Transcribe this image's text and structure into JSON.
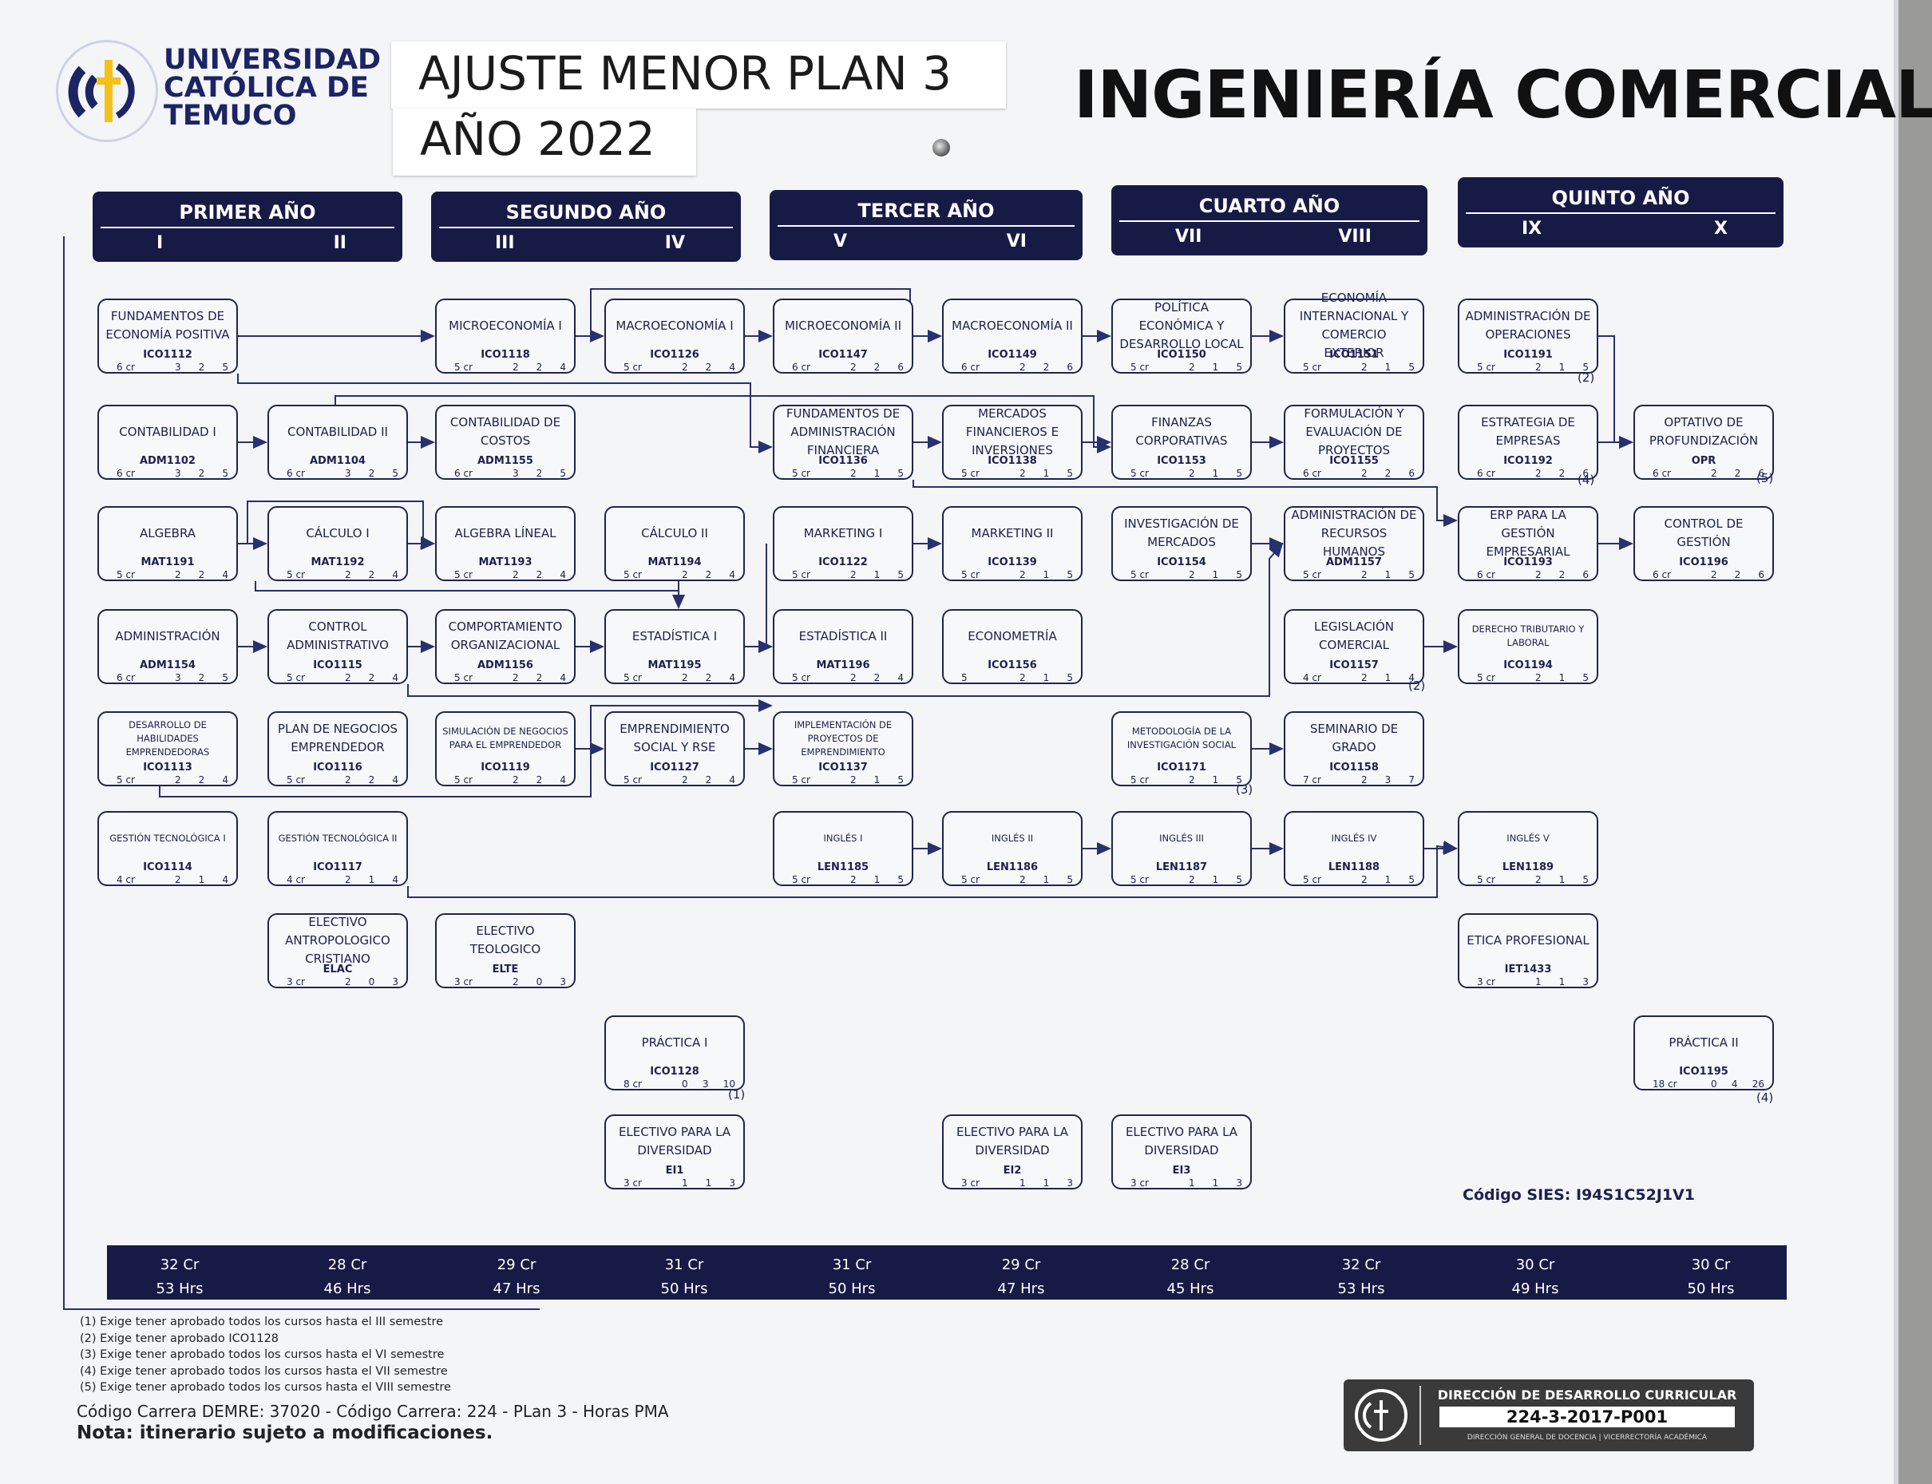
{
  "university": {
    "name": "UNIVERSIDAD\nCATÓLICA DE\nTEMUCO"
  },
  "sticky": {
    "line1": "AJUSTE MENOR PLAN 3",
    "line2": "AÑO 2022"
  },
  "title": "INGENIERÍA COMERCIAL",
  "years": [
    {
      "label": "PRIMER AÑO",
      "s1": "I",
      "s2": "II"
    },
    {
      "label": "SEGUNDO AÑO",
      "s1": "III",
      "s2": "IV"
    },
    {
      "label": "TERCER AÑO",
      "s1": "V",
      "s2": "VI"
    },
    {
      "label": "CUARTO AÑO",
      "s1": "VII",
      "s2": "VIII"
    },
    {
      "label": "QUINTO AÑO",
      "s1": "IX",
      "s2": "X"
    }
  ],
  "courses": [
    {
      "name": "FUNDAMENTOS DE ECONOMÍA POSITIVA",
      "code": "ICO1112",
      "cr": "6 cr",
      "n": [
        "3",
        "2",
        "5"
      ]
    },
    {
      "name": "CONTABILIDAD I",
      "code": "ADM1102",
      "cr": "6 cr",
      "n": [
        "3",
        "2",
        "5"
      ]
    },
    {
      "name": "ALGEBRA",
      "code": "MAT1191",
      "cr": "5 cr",
      "n": [
        "2",
        "2",
        "4"
      ]
    },
    {
      "name": "ADMINISTRACIÓN",
      "code": "ADM1154",
      "cr": "6 cr",
      "n": [
        "3",
        "2",
        "5"
      ]
    },
    {
      "name": "DESARROLLO DE HABILIDADES EMPRENDEDORAS",
      "code": "ICO1113",
      "cr": "5 cr",
      "n": [
        "2",
        "2",
        "4"
      ]
    },
    {
      "name": "GESTIÓN TECNOLÓGICA I",
      "code": "ICO1114",
      "cr": "4 cr",
      "n": [
        "2",
        "1",
        "4"
      ]
    },
    {
      "name": "CONTABILIDAD II",
      "code": "ADM1104",
      "cr": "6 cr",
      "n": [
        "3",
        "2",
        "5"
      ]
    },
    {
      "name": "CÁLCULO I",
      "code": "MAT1192",
      "cr": "5 cr",
      "n": [
        "2",
        "2",
        "4"
      ]
    },
    {
      "name": "CONTROL ADMINISTRATIVO",
      "code": "ICO1115",
      "cr": "5 cr",
      "n": [
        "2",
        "2",
        "4"
      ]
    },
    {
      "name": "PLAN DE NEGOCIOS EMPRENDEDOR",
      "code": "ICO1116",
      "cr": "5 cr",
      "n": [
        "2",
        "2",
        "4"
      ]
    },
    {
      "name": "GESTIÓN TECNOLÓGICA II",
      "code": "ICO1117",
      "cr": "4 cr",
      "n": [
        "2",
        "1",
        "4"
      ]
    },
    {
      "name": "ELECTIVO ANTROPOLOGICO CRISTIANO",
      "code": "ELAC",
      "cr": "3 cr",
      "n": [
        "2",
        "0",
        "3"
      ]
    },
    {
      "name": "MICROECONOMÍA I",
      "code": "ICO1118",
      "cr": "5 cr",
      "n": [
        "2",
        "2",
        "4"
      ]
    },
    {
      "name": "CONTABILIDAD DE COSTOS",
      "code": "ADM1155",
      "cr": "6 cr",
      "n": [
        "3",
        "2",
        "5"
      ]
    },
    {
      "name": "ALGEBRA LÍNEAL",
      "code": "MAT1193",
      "cr": "5 cr",
      "n": [
        "2",
        "2",
        "4"
      ]
    },
    {
      "name": "COMPORTAMIENTO ORGANIZACIONAL",
      "code": "ADM1156",
      "cr": "5 cr",
      "n": [
        "2",
        "2",
        "4"
      ]
    },
    {
      "name": "SIMULACIÓN DE NEGOCIOS PARA EL EMPRENDEDOR",
      "code": "ICO1119",
      "cr": "5 cr",
      "n": [
        "2",
        "2",
        "4"
      ]
    },
    {
      "name": "ELECTIVO TEOLOGICO",
      "code": "ELTE",
      "cr": "3 cr",
      "n": [
        "2",
        "0",
        "3"
      ]
    },
    {
      "name": "MACROECONOMÍA I",
      "code": "ICO1126",
      "cr": "5 cr",
      "n": [
        "2",
        "2",
        "4"
      ]
    },
    {
      "name": "CÁLCULO II",
      "code": "MAT1194",
      "cr": "5 cr",
      "n": [
        "2",
        "2",
        "4"
      ]
    },
    {
      "name": "ESTADÍSTICA I",
      "code": "MAT1195",
      "cr": "5 cr",
      "n": [
        "2",
        "2",
        "4"
      ]
    },
    {
      "name": "EMPRENDIMIENTO SOCIAL Y RSE",
      "code": "ICO1127",
      "cr": "5 cr",
      "n": [
        "2",
        "2",
        "4"
      ]
    },
    {
      "name": "PRÁCTICA I",
      "code": "ICO1128",
      "cr": "8 cr",
      "n": [
        "0",
        "3",
        "10"
      ]
    },
    {
      "name": "ELECTIVO PARA LA DIVERSIDAD",
      "code": "EI1",
      "cr": "3 cr",
      "n": [
        "1",
        "1",
        "3"
      ]
    },
    {
      "name": "MICROECONOMÍA II",
      "code": "ICO1147",
      "cr": "6 cr",
      "n": [
        "2",
        "2",
        "6"
      ]
    },
    {
      "name": "FUNDAMENTOS DE ADMINISTRACIÓN FINANCIERA",
      "code": "ICO1136",
      "cr": "5 cr",
      "n": [
        "2",
        "1",
        "5"
      ]
    },
    {
      "name": "MARKETING I",
      "code": "ICO1122",
      "cr": "5 cr",
      "n": [
        "2",
        "1",
        "5"
      ]
    },
    {
      "name": "ESTADÍSTICA II",
      "code": "MAT1196",
      "cr": "5 cr",
      "n": [
        "2",
        "2",
        "4"
      ]
    },
    {
      "name": "IMPLEMENTACIÓN DE PROYECTOS DE EMPRENDIMIENTO",
      "code": "ICO1137",
      "cr": "5 cr",
      "n": [
        "2",
        "1",
        "5"
      ]
    },
    {
      "name": "INGLÉS I",
      "code": "LEN1185",
      "cr": "5 cr",
      "n": [
        "2",
        "1",
        "5"
      ]
    },
    {
      "name": "MACROECONOMÍA II",
      "code": "ICO1149",
      "cr": "6 cr",
      "n": [
        "2",
        "2",
        "6"
      ]
    },
    {
      "name": "MERCADOS FINANCIEROS E INVERSIONES",
      "code": "ICO1138",
      "cr": "5 cr",
      "n": [
        "2",
        "1",
        "5"
      ]
    },
    {
      "name": "MARKETING II",
      "code": "ICO1139",
      "cr": "5 cr",
      "n": [
        "2",
        "1",
        "5"
      ]
    },
    {
      "name": "ECONOMETRÍA",
      "code": "ICO1156",
      "cr": "5",
      "n": [
        "2",
        "1",
        "5"
      ]
    },
    {
      "name": "INGLÉS II",
      "code": "LEN1186",
      "cr": "5 cr",
      "n": [
        "2",
        "1",
        "5"
      ]
    },
    {
      "name": "ELECTIVO PARA LA DIVERSIDAD",
      "code": "EI2",
      "cr": "3 cr",
      "n": [
        "1",
        "1",
        "3"
      ]
    },
    {
      "name": "POLÍTICA ECONÓMICA Y DESARROLLO LOCAL",
      "code": "ICO1150",
      "cr": "5 cr",
      "n": [
        "2",
        "1",
        "5"
      ]
    },
    {
      "name": "FINANZAS CORPORATIVAS",
      "code": "ICO1153",
      "cr": "5 cr",
      "n": [
        "2",
        "1",
        "5"
      ]
    },
    {
      "name": "INVESTIGACIÓN DE MERCADOS",
      "code": "ICO1154",
      "cr": "5 cr",
      "n": [
        "2",
        "1",
        "5"
      ]
    },
    {
      "name": "METODOLOGÍA DE LA INVESTIGACIÓN SOCIAL",
      "code": "ICO1171",
      "cr": "5 cr",
      "n": [
        "2",
        "1",
        "5"
      ]
    },
    {
      "name": "INGLÉS III",
      "code": "LEN1187",
      "cr": "5 cr",
      "n": [
        "2",
        "1",
        "5"
      ]
    },
    {
      "name": "ELECTIVO PARA LA DIVERSIDAD",
      "code": "EI3",
      "cr": "3 cr",
      "n": [
        "1",
        "1",
        "3"
      ]
    },
    {
      "name": "ECONOMÍA INTERNACIONAL Y COMERCIO EXTERIOR",
      "code": "ICO1151",
      "cr": "5 cr",
      "n": [
        "2",
        "1",
        "5"
      ]
    },
    {
      "name": "FORMULACIÓN Y EVALUACIÓN DE PROYECTOS",
      "code": "ICO1155",
      "cr": "6 cr",
      "n": [
        "2",
        "2",
        "6"
      ]
    },
    {
      "name": "ADMINISTRACIÓN DE RECURSOS HUMANOS",
      "code": "ADM1157",
      "cr": "5 cr",
      "n": [
        "2",
        "1",
        "5"
      ]
    },
    {
      "name": "LEGISLACIÓN COMERCIAL",
      "code": "ICO1157",
      "cr": "4 cr",
      "n": [
        "2",
        "1",
        "4"
      ]
    },
    {
      "name": "SEMINARIO DE GRADO",
      "code": "ICO1158",
      "cr": "7 cr",
      "n": [
        "2",
        "3",
        "7"
      ]
    },
    {
      "name": "INGLÉS IV",
      "code": "LEN1188",
      "cr": "5 cr",
      "n": [
        "2",
        "1",
        "5"
      ]
    },
    {
      "name": "ADMINISTRACIÓN DE OPERACIONES",
      "code": "ICO1191",
      "cr": "5 cr",
      "n": [
        "2",
        "1",
        "5"
      ]
    },
    {
      "name": "ESTRATEGIA DE EMPRESAS",
      "code": "ICO1192",
      "cr": "6 cr",
      "n": [
        "2",
        "2",
        "6"
      ]
    },
    {
      "name": "ERP PARA LA GESTIÓN EMPRESARIAL",
      "code": "ICO1193",
      "cr": "6 cr",
      "n": [
        "2",
        "2",
        "6"
      ]
    },
    {
      "name": "DERECHO TRIBUTARIO Y LABORAL",
      "code": "ICO1194",
      "cr": "5 cr",
      "n": [
        "2",
        "1",
        "5"
      ]
    },
    {
      "name": "INGLÉS V",
      "code": "LEN1189",
      "cr": "5 cr",
      "n": [
        "2",
        "1",
        "5"
      ]
    },
    {
      "name": "ETICA PROFESIONAL",
      "code": "IET1433",
      "cr": "3 cr",
      "n": [
        "1",
        "1",
        "3"
      ]
    },
    {
      "name": "OPTATIVO DE PROFUNDIZACIÓN",
      "code": "OPR",
      "cr": "6 cr",
      "n": [
        "2",
        "2",
        "6"
      ]
    },
    {
      "name": "CONTROL DE GESTIÓN",
      "code": "ICO1196",
      "cr": "6 cr",
      "n": [
        "2",
        "2",
        "6"
      ]
    },
    {
      "name": "PRÁCTICA II",
      "code": "ICO1195",
      "cr": "18 cr",
      "n": [
        "0",
        "4",
        "26"
      ]
    }
  ],
  "note_marks": [
    "(2)",
    "(4)",
    "(5)",
    "(2)",
    "(3)",
    "(1)",
    "(4)"
  ],
  "sies": "Código SIES: I94S1C52J1V1",
  "totals": [
    {
      "cr": "32 Cr",
      "hrs": "53 Hrs"
    },
    {
      "cr": "28 Cr",
      "hrs": "46 Hrs"
    },
    {
      "cr": "29 Cr",
      "hrs": "47 Hrs"
    },
    {
      "cr": "31 Cr",
      "hrs": "50 Hrs"
    },
    {
      "cr": "31 Cr",
      "hrs": "50 Hrs"
    },
    {
      "cr": "29 Cr",
      "hrs": "47 Hrs"
    },
    {
      "cr": "28 Cr",
      "hrs": "45 Hrs"
    },
    {
      "cr": "32 Cr",
      "hrs": "53 Hrs"
    },
    {
      "cr": "30 Cr",
      "hrs": "49 Hrs"
    },
    {
      "cr": "30 Cr",
      "hrs": "50 Hrs"
    }
  ],
  "footnotes": [
    "(1) Exige tener aprobado todos los cursos hasta el III semestre",
    "(2) Exige tener aprobado ICO1128",
    "(3) Exige tener aprobado todos los cursos hasta el VI semestre",
    "(4) Exige tener aprobado todos los cursos hasta el VII semestre",
    "(5) Exige tener aprobado todos los cursos hasta el VIII semestre"
  ],
  "carrera": "Código Carrera DEMRE: 37020 - Código Carrera: 224 - PLan 3 - Horas PMA",
  "nota": "Nota: itinerario sujeto a modificaciones.",
  "ddc": {
    "title": "DIRECCIÓN DE DESARROLLO CURRICULAR",
    "code": "224-3-2017-P001",
    "sub": "DIRECCIÓN GENERAL DE DOCENCIA  |  VICERRECTORÍA ACADÉMICA"
  },
  "colors": {
    "navy": "#181a46",
    "box_border": "#1f2450",
    "logo_blue": "#1c2464",
    "logo_yellow": "#f3c21a"
  }
}
